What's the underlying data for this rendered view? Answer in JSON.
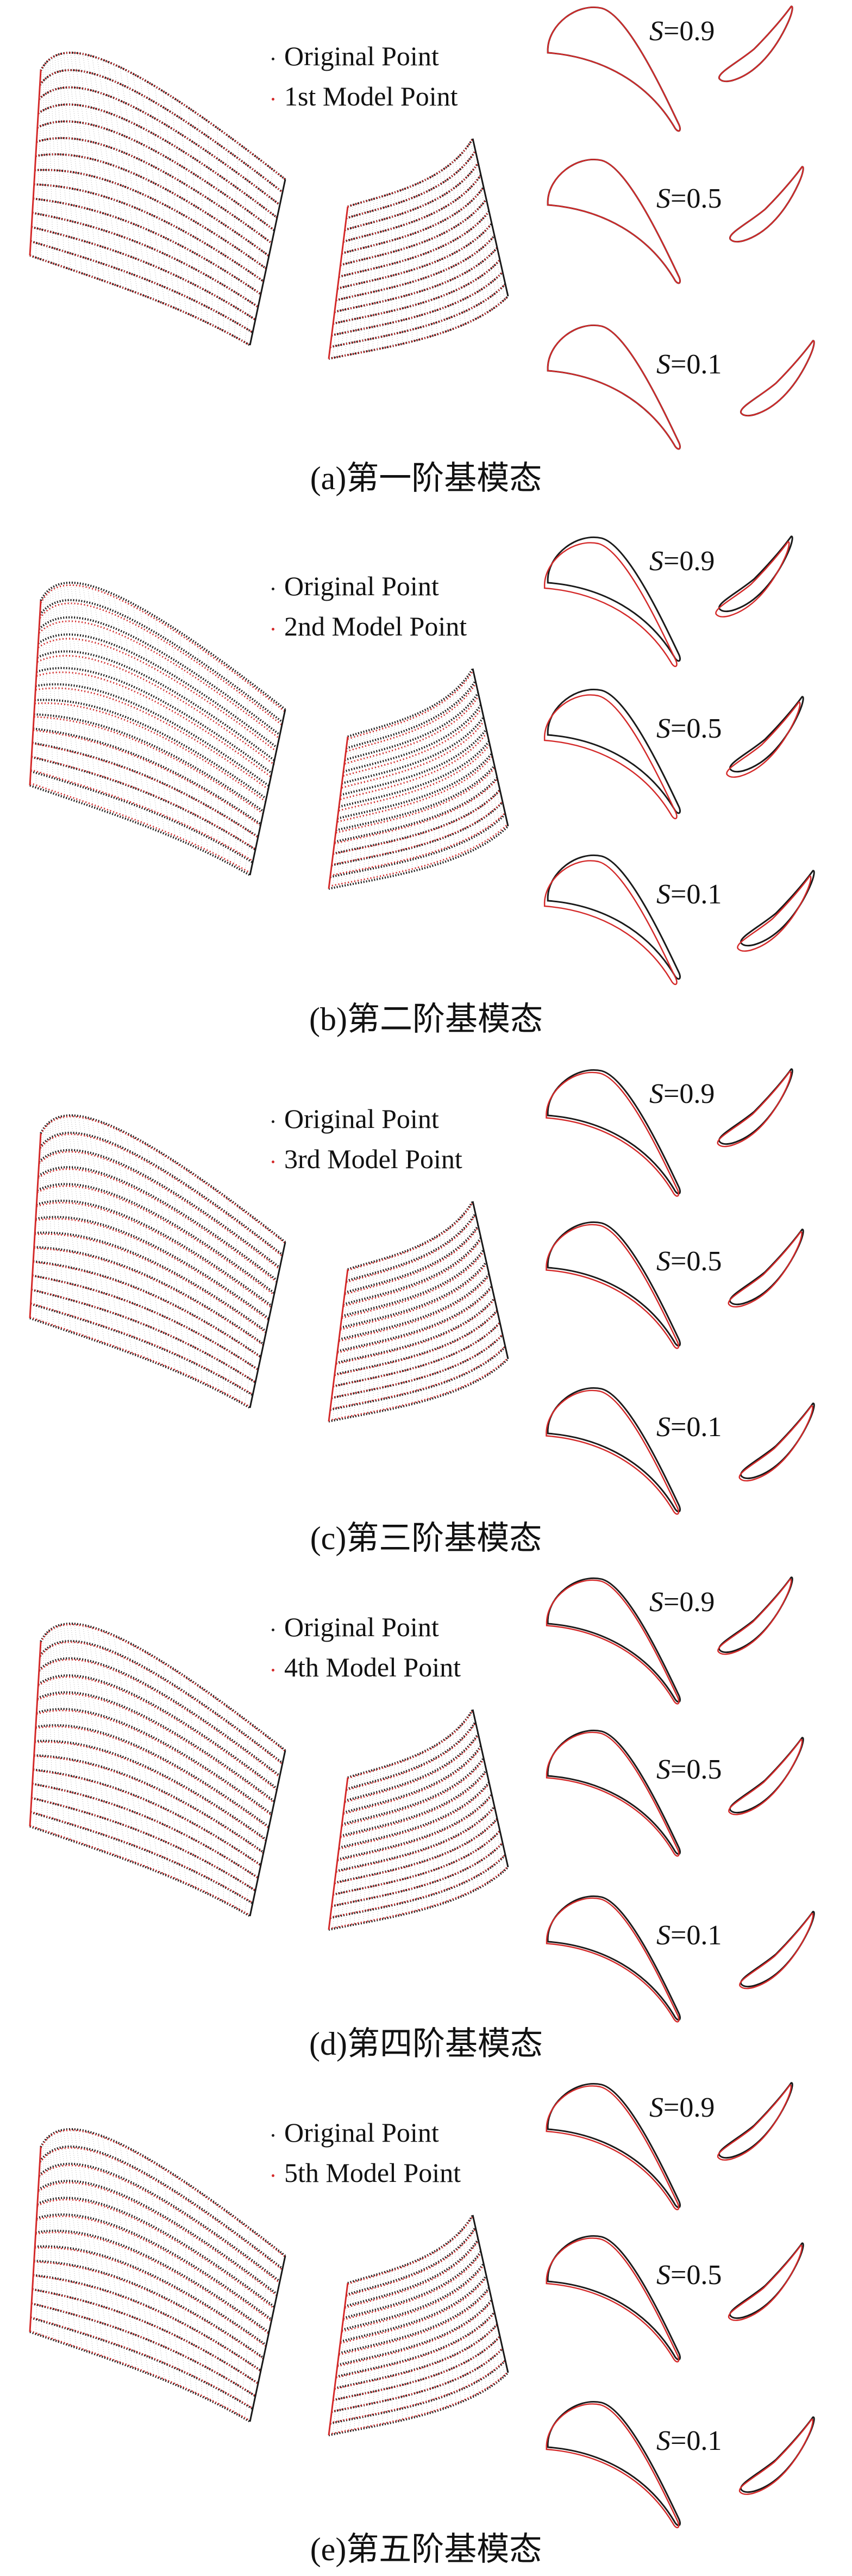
{
  "colors": {
    "original": "#1a1a1a",
    "model": "#d42a2a",
    "mesh": "#9a9a9a"
  },
  "panels": [
    {
      "id": "a",
      "legend": {
        "original": "Original Point",
        "model": "1st Model Point"
      },
      "sections": [
        {
          "var": "S",
          "value": "=0.9"
        },
        {
          "var": "S",
          "value": "=0.5"
        },
        {
          "var": "S",
          "value": "=0.1"
        }
      ],
      "caption": "(a)第一阶基模态",
      "deviation": 0
    },
    {
      "id": "b",
      "legend": {
        "original": "Original Point",
        "model": "2nd Model Point"
      },
      "sections": [
        {
          "var": "S",
          "value": "=0.9"
        },
        {
          "var": "S",
          "value": "=0.5"
        },
        {
          "var": "S",
          "value": "=0.1"
        }
      ],
      "caption": "(b)第二阶基模态",
      "deviation": 1
    },
    {
      "id": "c",
      "legend": {
        "original": "Original Point",
        "model": "3rd Model Point"
      },
      "sections": [
        {
          "var": "S",
          "value": "=0.9"
        },
        {
          "var": "S",
          "value": "=0.5"
        },
        {
          "var": "S",
          "value": "=0.1"
        }
      ],
      "caption": "(c)第三阶基模态",
      "deviation": 0.45
    },
    {
      "id": "d",
      "legend": {
        "original": "Original Point",
        "model": "4th Model Point"
      },
      "sections": [
        {
          "var": "S",
          "value": "=0.9"
        },
        {
          "var": "S",
          "value": "=0.5"
        },
        {
          "var": "S",
          "value": "=0.1"
        }
      ],
      "caption": "(d)第四阶基模态",
      "deviation": 0.35
    },
    {
      "id": "e",
      "legend": {
        "original": "Original Point",
        "model": "5th Model Point"
      },
      "sections": [
        {
          "var": "S",
          "value": "=0.9"
        },
        {
          "var": "S",
          "value": "=0.5"
        },
        {
          "var": "S",
          "value": "=0.1"
        }
      ],
      "caption": "(e)第五阶基模态",
      "deviation": 0.4
    }
  ]
}
